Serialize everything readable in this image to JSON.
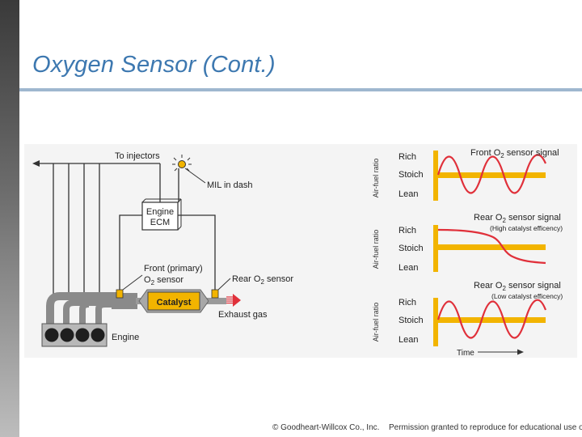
{
  "slide": {
    "title": "Oxygen Sensor (Cont.)",
    "footer_left": "© Goodheart-Willcox Co., Inc.",
    "footer_right": "Permission granted to reproduce for educational use only."
  },
  "diagram": {
    "to_injectors": "To injectors",
    "mil_in_dash": "MIL in dash",
    "ecm_line1": "Engine",
    "ecm_line2": "ECM",
    "front_sensor_line1": "Front (primary)",
    "front_sensor_line2_prefix": "O",
    "front_sensor_line2_sub": "2",
    "front_sensor_line2_suffix": " sensor",
    "rear_sensor_prefix": "Rear O",
    "rear_sensor_sub": "2",
    "rear_sensor_suffix": " sensor",
    "catalyst": "Catalyst",
    "exhaust_gas": "Exhaust gas",
    "engine": "Engine"
  },
  "graphs": {
    "axis_label": "Air-fuel ratio",
    "rich": "Rich",
    "stoich": "Stoich",
    "lean": "Lean",
    "time": "Time",
    "front_title_prefix": "Front O",
    "front_title_sub": "2",
    "front_title_suffix": " sensor signal",
    "rear_title_prefix": "Rear O",
    "rear_title_sub": "2",
    "rear_title_suffix": " sensor signal",
    "rear_high_note": "(High catalyst efficency)",
    "rear_low_note": "(Low catalyst efficency)"
  },
  "colors": {
    "title": "#3d78b0",
    "rule": "#9fb7cf",
    "signal": "#e0303a",
    "axis": "#f2b400",
    "sensor": "#f2b400",
    "catalyst": "#f2b400",
    "arrow": "#e0303a"
  }
}
